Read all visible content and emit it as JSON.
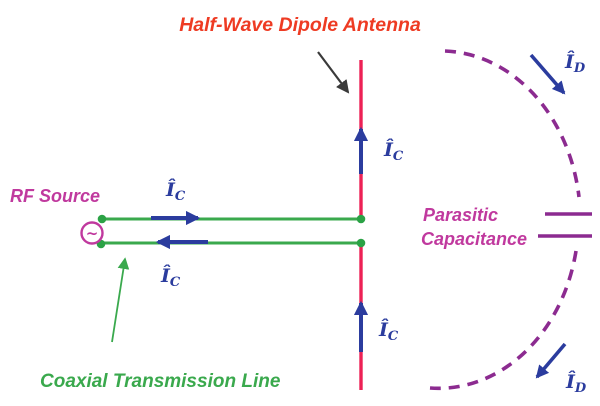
{
  "title": {
    "text": "Half-Wave Dipole Antenna"
  },
  "labels": {
    "rf_source": "RF Source",
    "coax_line": "Coaxial Transmission Line",
    "parasitic_line1": "Parasitic",
    "parasitic_line2": "Capacitance",
    "source_symbol": "~",
    "i_hat": "Î",
    "sub_c": "C",
    "sub_d": "D"
  },
  "colors": {
    "title_red": "#EE3B23",
    "antenna_red": "#ED2155",
    "wire_green": "#3AA94D",
    "dot_green": "#2BA245",
    "arrow_blue": "#2B3C9E",
    "label_magenta": "#C0399E",
    "capacitance_purple": "#8C2B90",
    "pointer_black": "#3A3A3A",
    "background": "#FFFFFF"
  },
  "diagram": {
    "currents": [
      {
        "id": "ic-top-line",
        "symbol": "Î",
        "subscript": "C",
        "direction": "right"
      },
      {
        "id": "ic-bottom-line",
        "symbol": "Î",
        "subscript": "C",
        "direction": "left"
      },
      {
        "id": "ic-antenna-upper",
        "symbol": "Î",
        "subscript": "C",
        "direction": "up"
      },
      {
        "id": "ic-antenna-lower",
        "symbol": "Î",
        "subscript": "C",
        "direction": "up"
      },
      {
        "id": "id-displacement-top",
        "symbol": "Î",
        "subscript": "D",
        "direction": "down-right"
      },
      {
        "id": "id-displacement-bottom",
        "symbol": "Î",
        "subscript": "D",
        "direction": "down-left"
      }
    ]
  }
}
